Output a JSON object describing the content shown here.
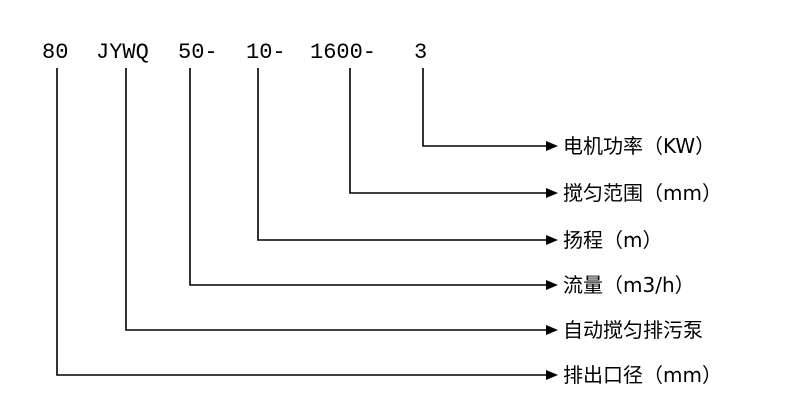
{
  "model_code": {
    "parts": [
      "80",
      "JYWQ",
      "50-",
      "10-",
      "1600-",
      "3"
    ]
  },
  "labels": [
    "电机功率（KW）",
    "搅匀范围（mm）",
    "扬程（m）",
    "流量（m3/h）",
    "自动搅匀排污泵",
    "排出口径（mm）"
  ]
}
